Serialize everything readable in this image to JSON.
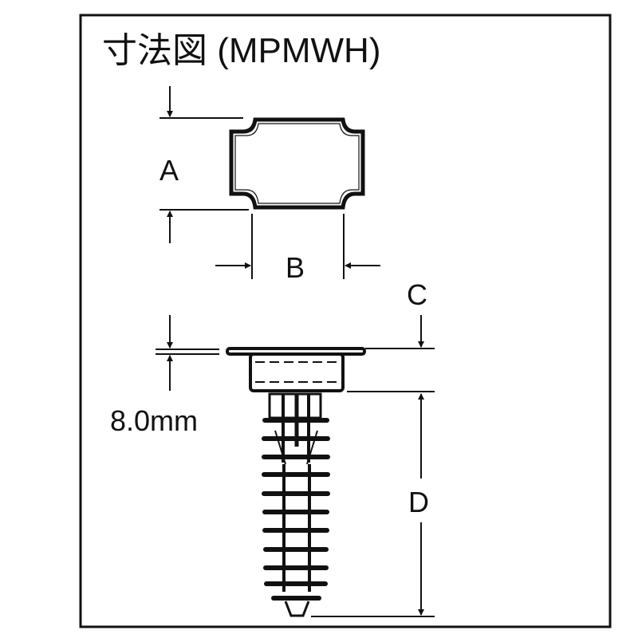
{
  "title": "寸法図 (MPMWH)",
  "labels": {
    "a": "A",
    "b": "B",
    "c": "C",
    "d": "D",
    "thickness": "8.0mm"
  },
  "colors": {
    "line": "#111111",
    "background": "#ffffff"
  }
}
